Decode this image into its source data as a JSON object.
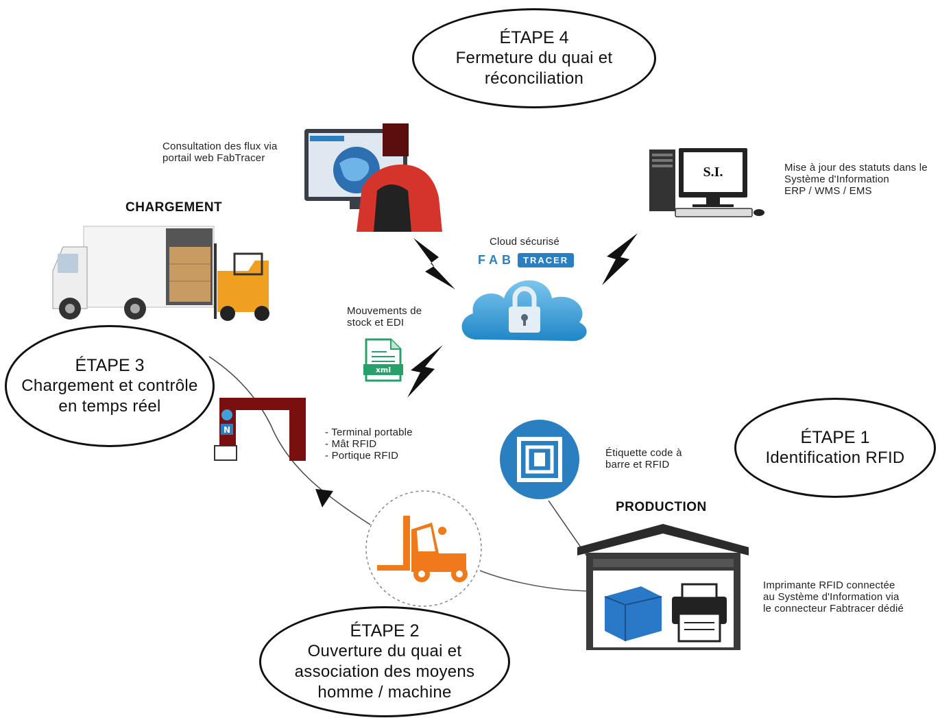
{
  "stages": {
    "s4": {
      "title": "ÉTAPE 4",
      "lines": [
        "Fermeture du quai et",
        "réconciliation"
      ]
    },
    "s3": {
      "title": "ÉTAPE 3",
      "lines": [
        "Chargement et contrôle",
        "en temps réel"
      ]
    },
    "s2": {
      "title": "ÉTAPE 2",
      "lines": [
        "Ouverture du quai et",
        "association des moyens",
        "homme / machine"
      ]
    },
    "s1": {
      "title": "ÉTAPE 1",
      "lines": [
        "Identification RFID"
      ]
    }
  },
  "notes": {
    "portal": [
      "Consultation des flux via",
      "portail web FabTracer"
    ],
    "si": [
      "Mise à jour des statuts dans le",
      "Système d'Information",
      "ERP / WMS / EMS"
    ],
    "cloud": "Cloud sécurisé",
    "stock": [
      "Mouvements de",
      "stock et EDI"
    ],
    "terminal": [
      "- Terminal portable",
      "- Mât RFID",
      "- Portique RFID"
    ],
    "label": [
      "Étiquette code à",
      "barre et RFID"
    ],
    "printer": [
      "Imprimante RFID connectée",
      "au Système d'Information via",
      "le connecteur Fabtracer dédié"
    ]
  },
  "headings": {
    "chargement": "CHARGEMENT",
    "production": "PRODUCTION"
  },
  "logo": {
    "fab": "FAB",
    "tracer": "TRACER",
    "mini": "FAB TRACER"
  },
  "icons": {
    "si_label": "S.I.",
    "xml_label": "xml"
  },
  "colors": {
    "orange": "#f07a1a",
    "brand_blue": "#2a7fc1",
    "dark_red": "#7a0f0f",
    "cloud": "#3ea0dc"
  }
}
